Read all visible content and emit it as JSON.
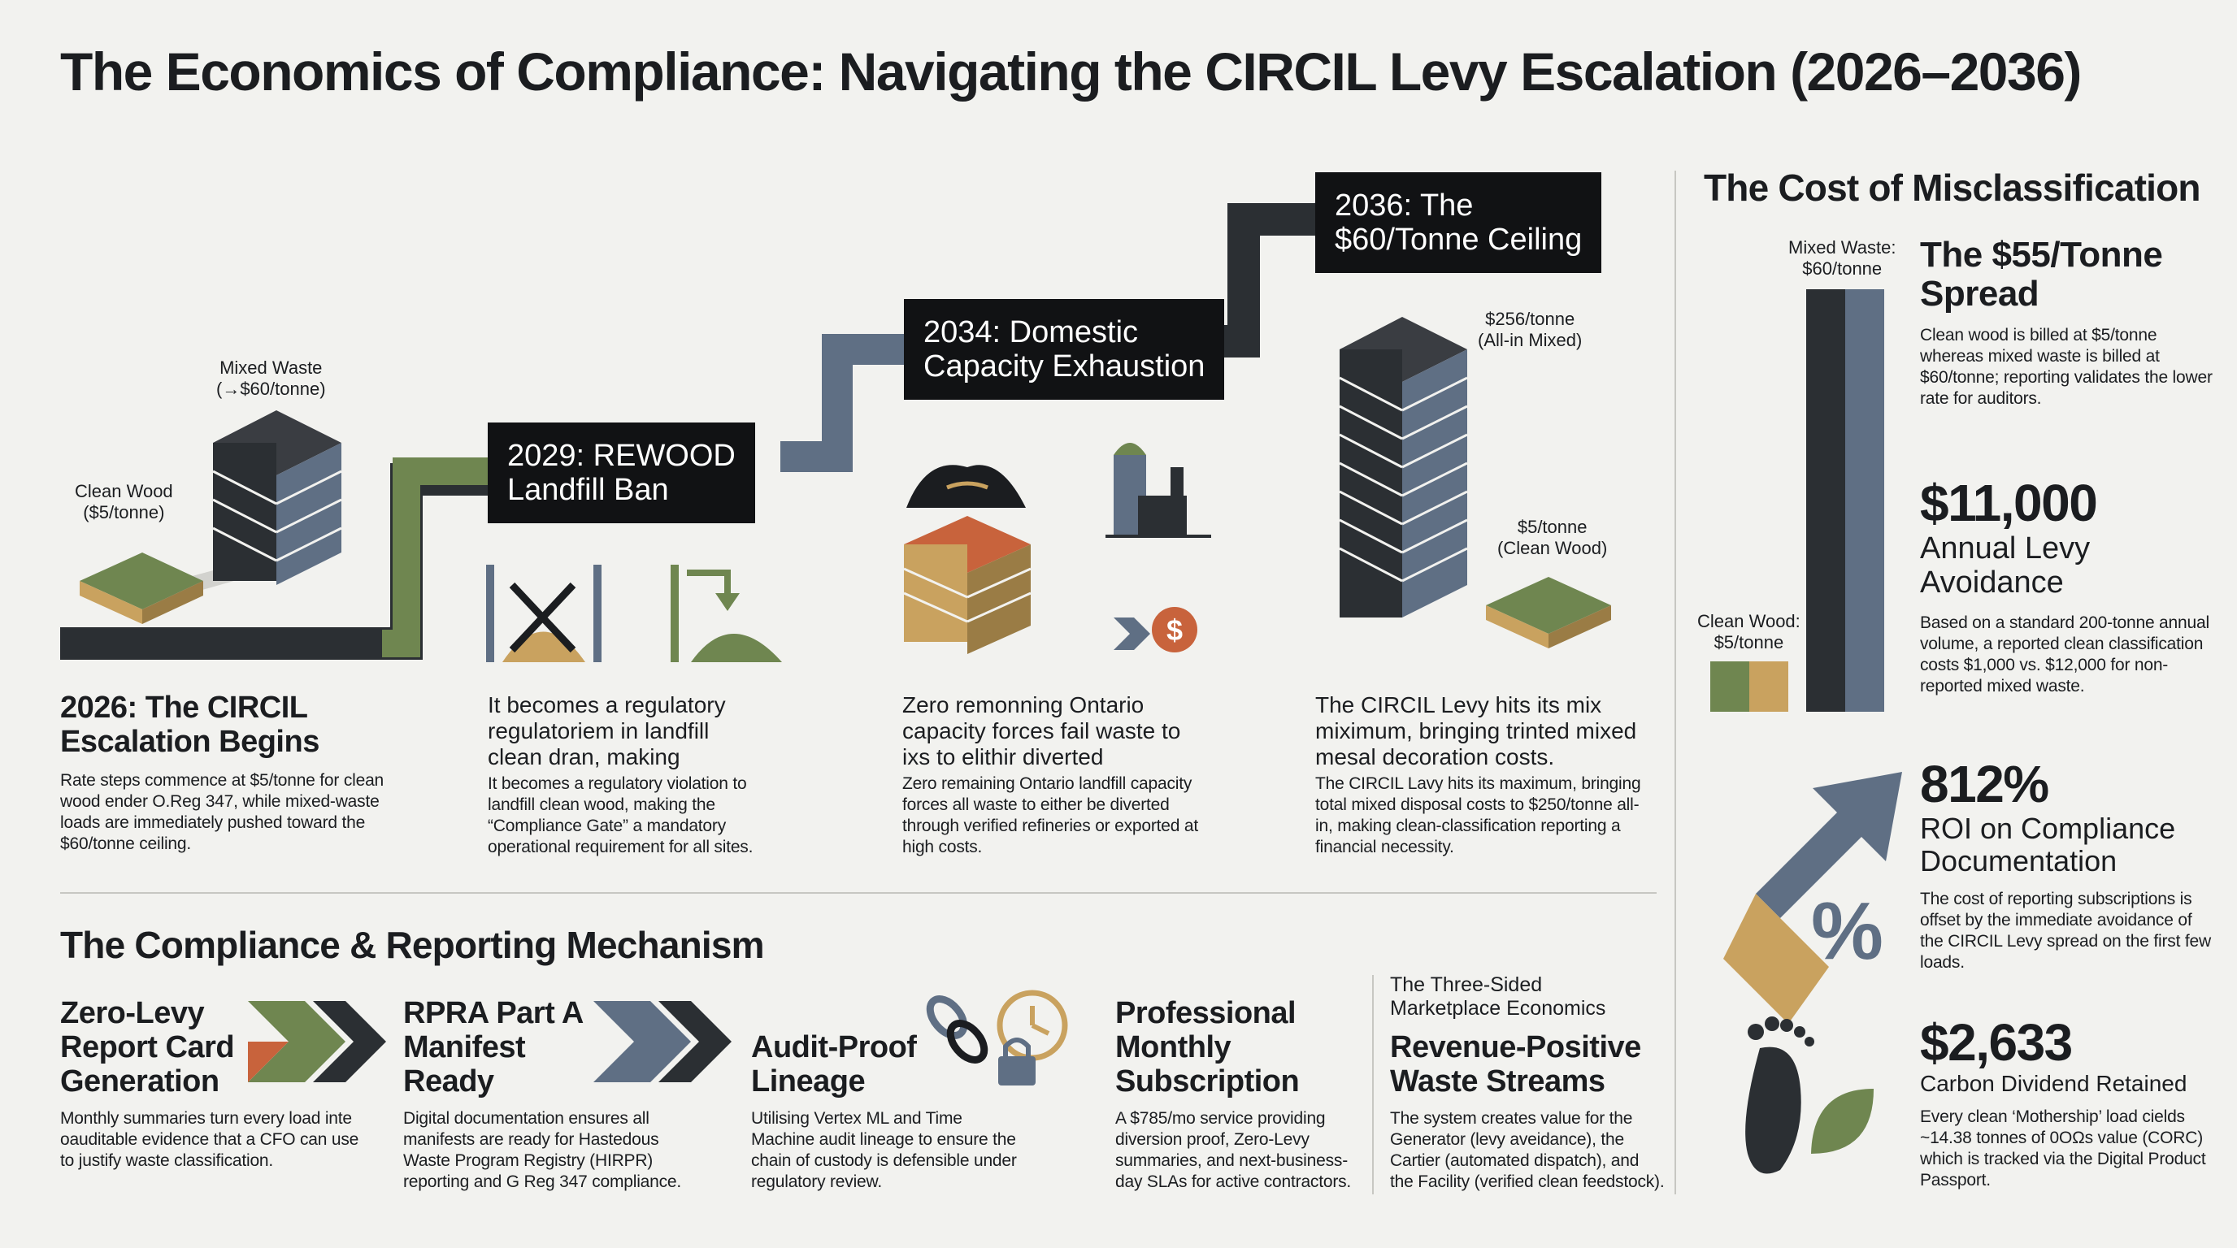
{
  "title": "The Economics of Compliance: Navigating the CIRCIL Levy Escalation (2026–2036)",
  "timeline": {
    "stage_2026": {
      "label_clean": "Clean Wood\n($5/tonne)",
      "label_mixed": "Mixed Waste\n(→$60/tonne)",
      "heading": "2026: The CIRCIL Escalation Begins",
      "body": "Rate steps commence at $5/tonne for clean wood ender O.Reg 347, while mixed-waste loads are immediately pushed toward the $60/tonne ceiling."
    },
    "stage_2029": {
      "box": "2029: REWOOD\nLandfill Ban",
      "lead": "It becomes a regulatory regulatoriem in landfill clean dran, making",
      "body": "It becomes a regulatory violation to landfill clean wood, making the “Compliance Gate” a mandatory operational requirement for all sites."
    },
    "stage_2034": {
      "box": "2034: Domestic\nCapacity Exhaustion",
      "lead": "Zero remonning Ontario capacity forces fail waste to ixs to elithir diverted",
      "body": "Zero remaining Ontario landfill capacity forces all waste to either be diverted through verified refineries or exported at high costs."
    },
    "stage_2036": {
      "box": "2036: The\n$60/Tonne Ceiling",
      "label_mixed": "$256/tonne\n(All-in Mixed)",
      "label_clean": "$5/tonne\n(Clean Wood)",
      "lead": "The CIRCIL Levy hits its mix miximum, bringing trinted mixed mesal decoration costs.",
      "body": "The CIRCIL Lavy hits its maximum, bringing total mixed disposal costs to $250/tonne all-in, making clean-classification reporting a financial necessity."
    }
  },
  "mechanism": {
    "heading": "The Compliance & Reporting Mechanism",
    "items": [
      {
        "title": "Zero-Levy\nReport Card\nGeneration",
        "body": "Monthly summaries turn every load inte oauditable evidence that a CFO can use to justify waste classification."
      },
      {
        "title": "RPRA Part A\nManifest\nReady",
        "body": "Digital documentation ensures all manifests are ready for Hastedous Waste Program Registry (HIRPR) reporting and G Reg 347 compliance."
      },
      {
        "title": "Audit-Proof\nLineage",
        "body": "Utilising Vertex ML and Time Machine audit lineage to ensure the chain of custody is defensible under regulatory review."
      },
      {
        "title": "Professional\nMonthly\nSubscription",
        "body": "A $785/mo service providing diversion proof, Zero-Levy summaries, and next-business-day SLAs for active contractors."
      },
      {
        "kicker": "The Three-Sided\nMarketplace Economics",
        "title": "Revenue-Positive\nWaste Streams",
        "body": "The system creates value for the Generator (levy aveidance), the Cartier (automated dispatch), and the Facility (verified clean feedstock)."
      }
    ]
  },
  "sidebar": {
    "heading": "The Cost of Misclassification",
    "bar_label_mixed": "Mixed Waste:\n$60/tonne",
    "bar_label_clean": "Clean Wood:\n$5/tonne",
    "stats": [
      {
        "big": "The $55/Tonne\nSpread",
        "sub": "",
        "body": "Clean wood is billed at $5/tonne whereas mixed waste is billed at $60/tonne; reporting validates the lower rate for auditors."
      },
      {
        "big": "$11,000",
        "sub": "Annual Levy\nAvoidance",
        "body": "Based on a standard 200-tonne annual volume, a reported clean classification costs $1,000 vs. $12,000 for non-reported mixed waste."
      },
      {
        "big": "812%",
        "sub": "ROI on Compliance\nDocumentation",
        "body": "The cost of reporting subscriptions is offset by the immediate avoidance of the CIRCIL Levy spread on the first few loads."
      },
      {
        "big": "$2,633",
        "sub": "Carbon Dividend Retained",
        "body": "Every clean ‘Mothership’ load cields ~14.38 tonnes of 0OΩs value (CORC) which is tracked via the Digital Product Passport."
      }
    ]
  },
  "colors": {
    "green": "#6f8650",
    "slate": "#5f6f84",
    "gold": "#c9a25f",
    "dark": "#2b2f33",
    "rust": "#c8633c"
  }
}
